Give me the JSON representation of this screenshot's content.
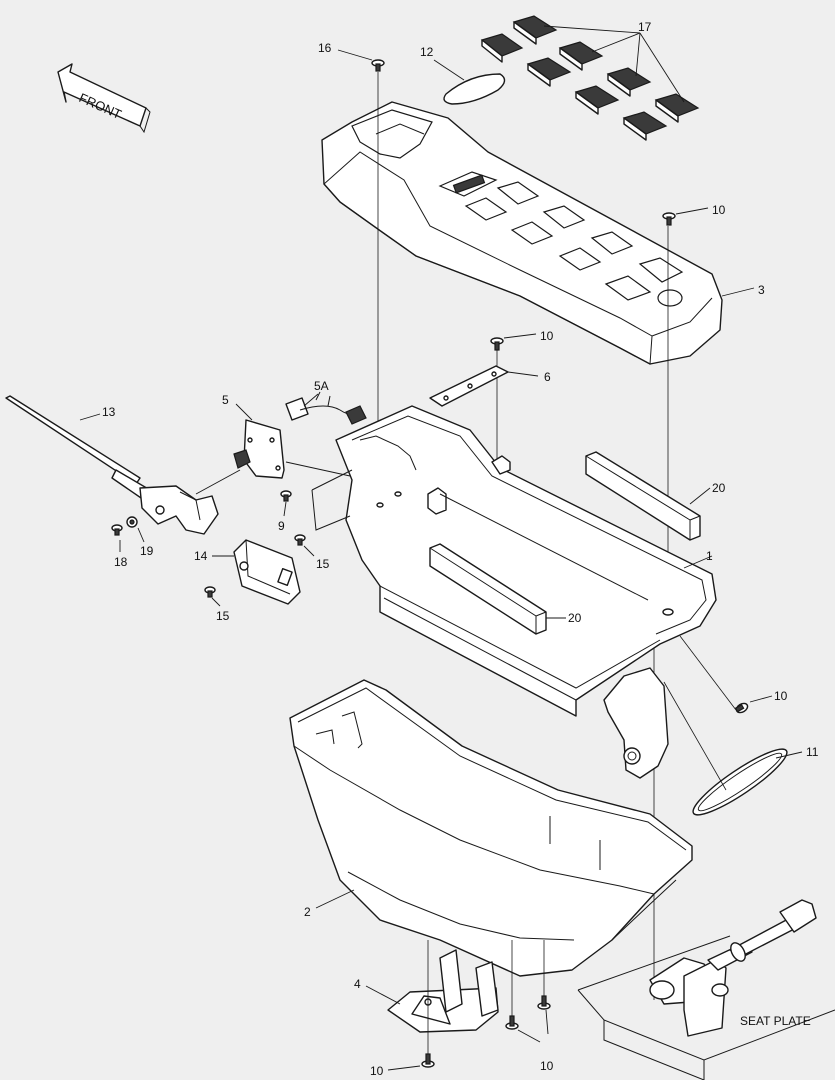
{
  "front_arrow": {
    "label": "FRONT"
  },
  "seat_plate": {
    "label": "SEAT PLATE"
  },
  "callouts": {
    "c1": "1",
    "c2": "2",
    "c3": "3",
    "c4": "4",
    "c5": "5",
    "c5a": "5A",
    "c6": "6",
    "c9": "9",
    "c10a": "10",
    "c10b": "10",
    "c10c": "10",
    "c10d": "10",
    "c10e": "10",
    "c11": "11",
    "c12": "12",
    "c13": "13",
    "c14": "14",
    "c15a": "15",
    "c15b": "15",
    "c16": "16",
    "c17": "17",
    "c18": "18",
    "c19": "19",
    "c20a": "20",
    "c20b": "20"
  }
}
